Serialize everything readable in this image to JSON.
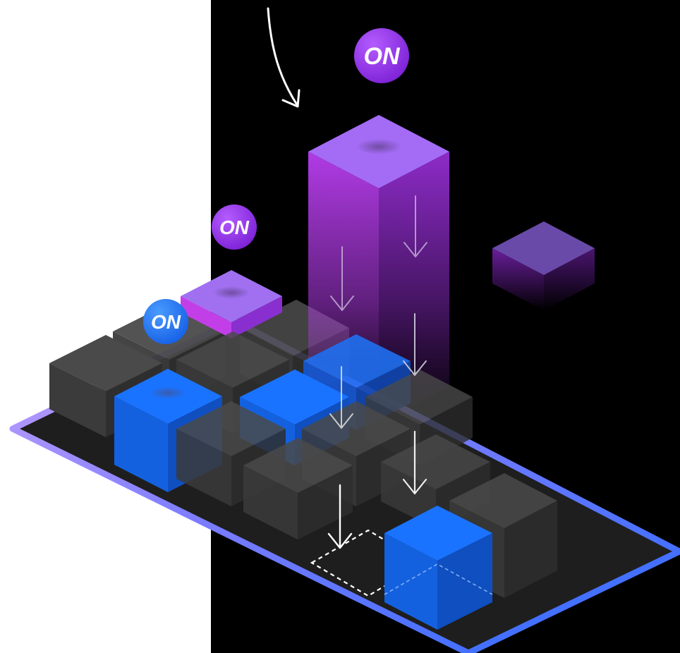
{
  "badges": {
    "large": {
      "label": "ON",
      "color": "#9b3fe8"
    },
    "medium": {
      "label": "ON",
      "color": "#8a33e0"
    },
    "small": {
      "label": "ON",
      "color": "#2a7cf5"
    }
  },
  "colors": {
    "background_light": "#ffffff",
    "background_dark": "#000000",
    "board_fill": "#1e1e1e",
    "board_border_start": "#b48cff",
    "board_border_end": "#2f6bff",
    "cube_gray": "#3a3a3a",
    "cube_blue": "#1a73ff",
    "cube_purple": "#b14cf0",
    "arrow": "#ffffff"
  },
  "icons": [
    "curved-arrow-icon",
    "down-arrow-icon",
    "dashed-target-cell-icon"
  ]
}
